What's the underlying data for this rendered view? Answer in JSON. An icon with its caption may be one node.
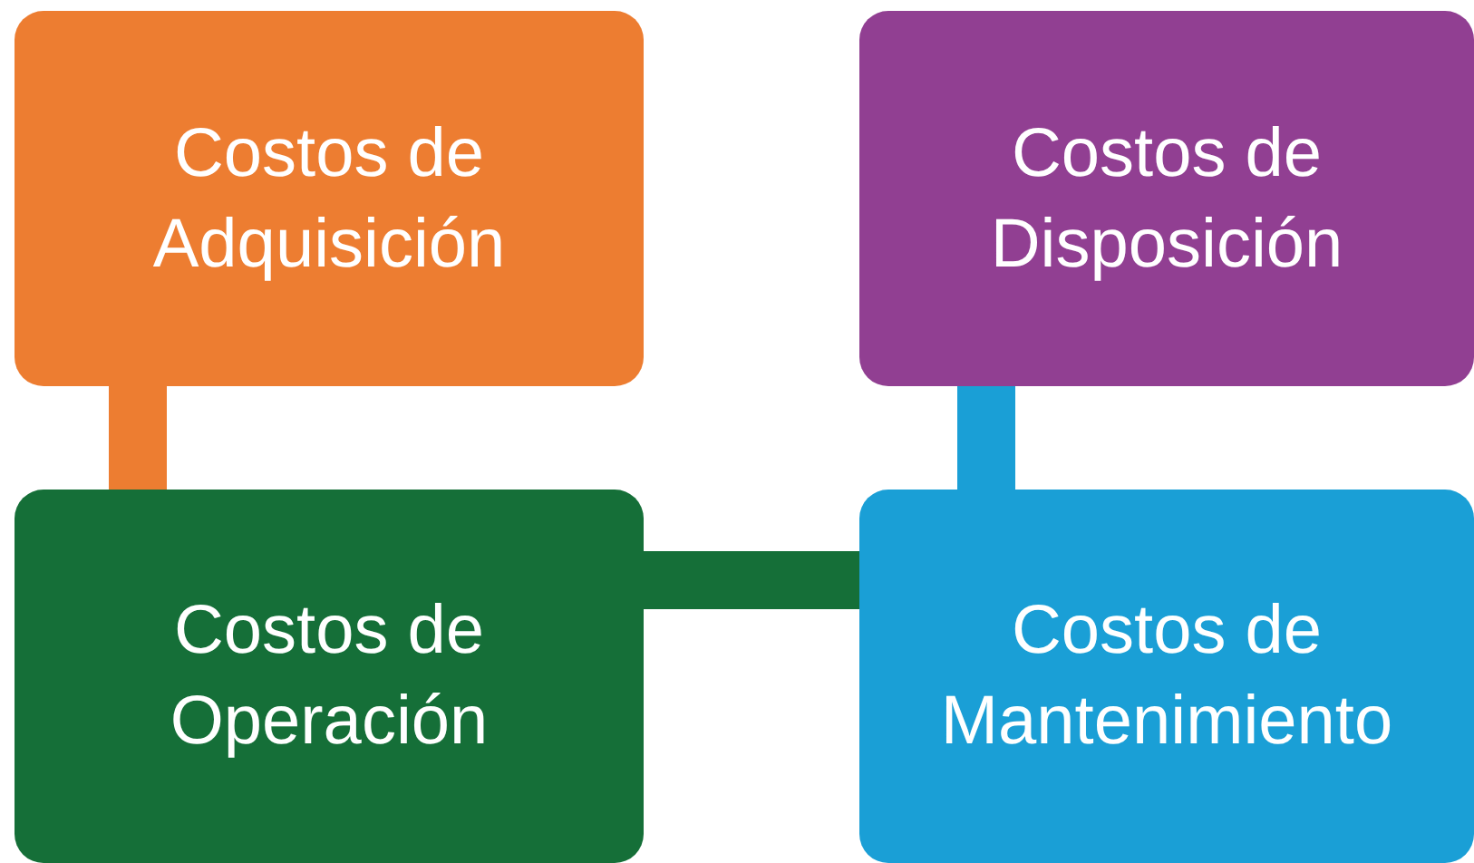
{
  "diagram": {
    "nodes": [
      {
        "text": [
          "Costos de Adquisición"
        ]
      },
      {
        "text": [
          "Costos de Disposición"
        ]
      },
      {
        "text": [
          "Costos de Operación"
        ]
      },
      {
        "text": [
          "Costos de Mantenimiento"
        ]
      }
    ],
    "edges": [
      {
        "from": 0,
        "to": 2,
        "arrow": "none",
        "color": "#ed7d31"
      },
      {
        "from": 2,
        "to": 3,
        "arrow": "none",
        "color": "#156f38"
      },
      {
        "from": 3,
        "to": 1,
        "arrow": "none",
        "color": "#1a9fd6"
      }
    ]
  }
}
